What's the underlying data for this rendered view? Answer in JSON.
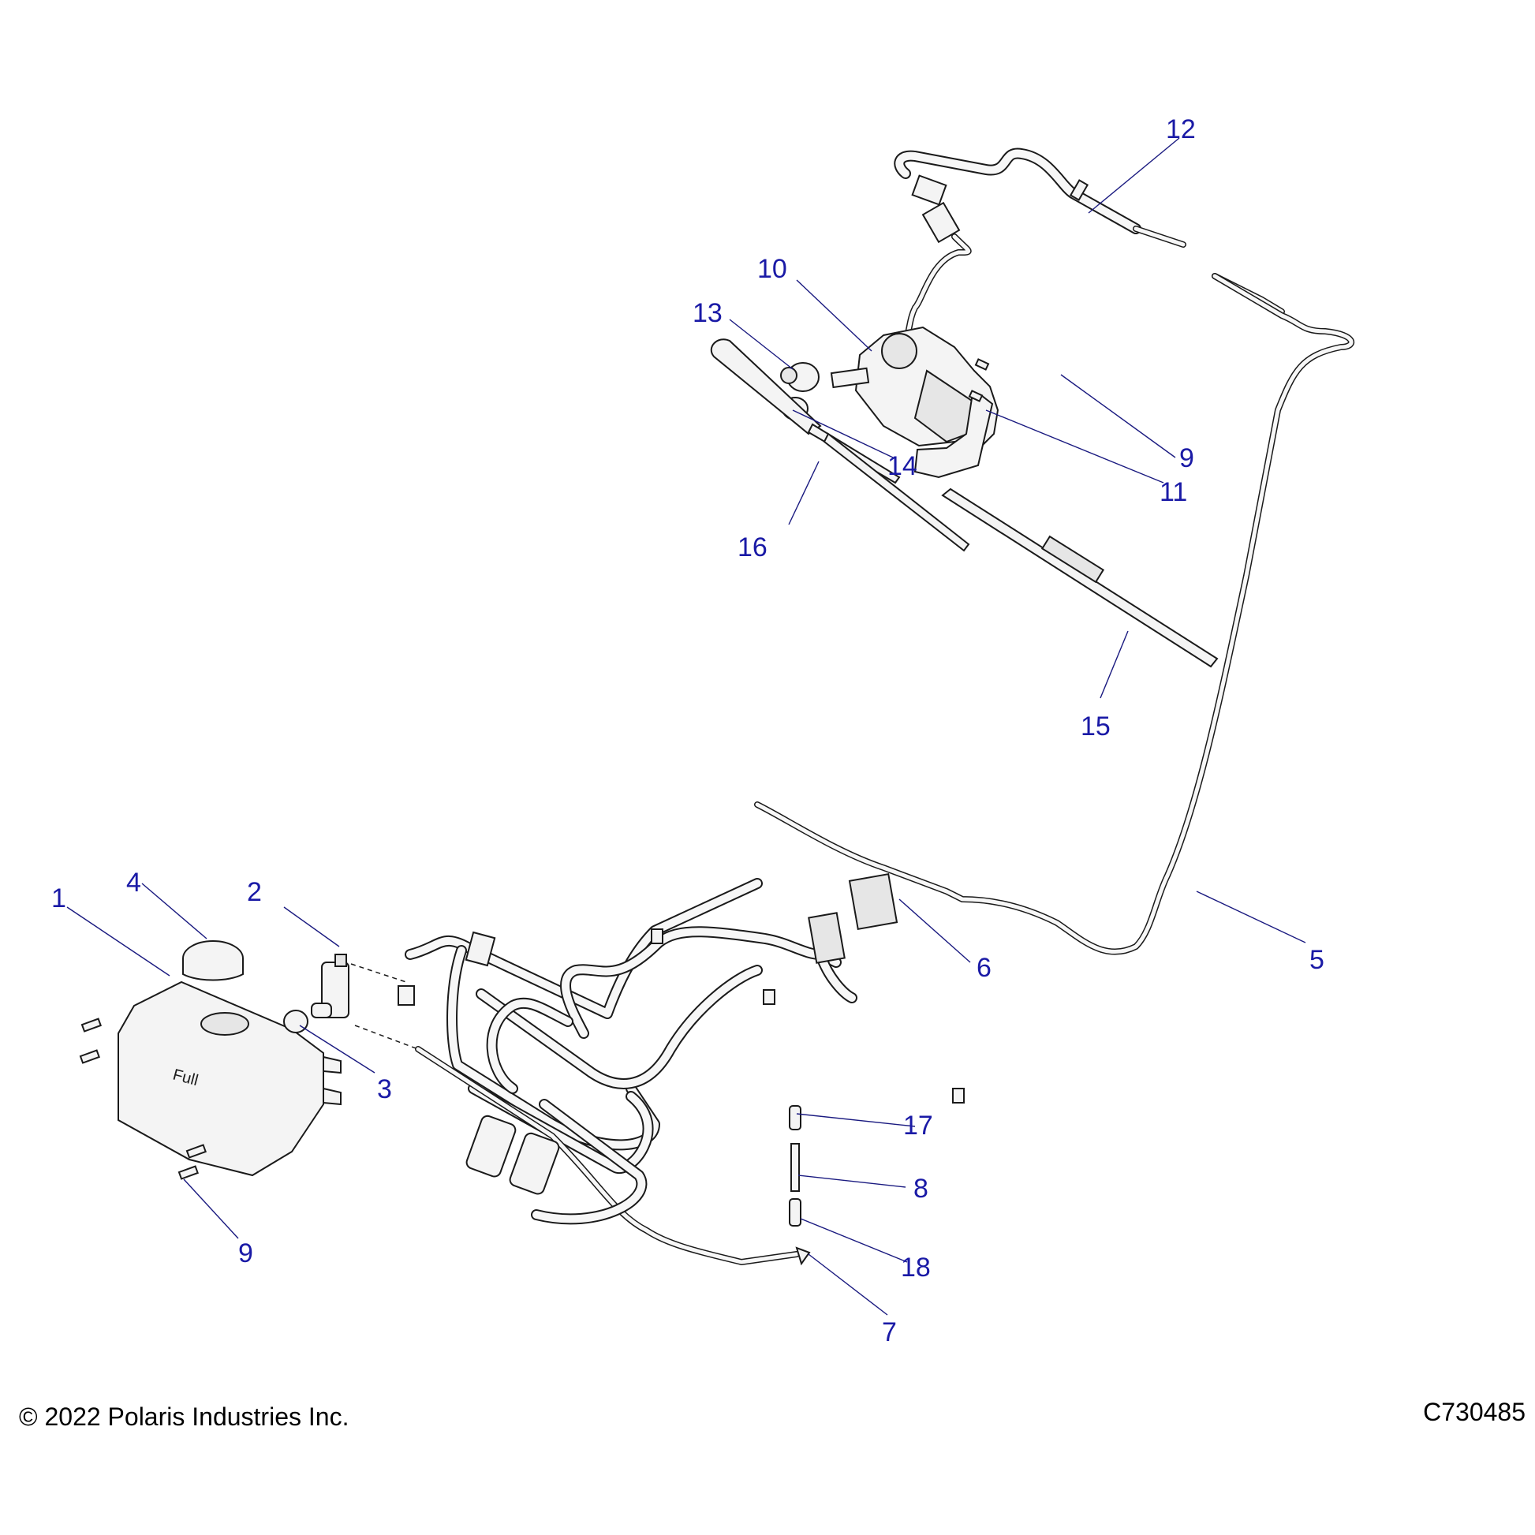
{
  "diagram": {
    "title": "Windshield wiper and washer assembly exploded view",
    "callouts": [
      {
        "id": "1",
        "label": "1",
        "part": "washer-reservoir"
      },
      {
        "id": "2",
        "label": "2",
        "part": "washer-pump"
      },
      {
        "id": "3",
        "label": "3",
        "part": "pump-grommet"
      },
      {
        "id": "4",
        "label": "4",
        "part": "reservoir-cap"
      },
      {
        "id": "5",
        "label": "5",
        "part": "washer-hose"
      },
      {
        "id": "6",
        "label": "6",
        "part": "harness-connector"
      },
      {
        "id": "7",
        "label": "7",
        "part": "hose-elbow"
      },
      {
        "id": "8",
        "label": "8",
        "part": "hose-tube"
      },
      {
        "id": "9",
        "label": "9",
        "part": "screw"
      },
      {
        "id": "10",
        "label": "10",
        "part": "wiper-motor"
      },
      {
        "id": "11",
        "label": "11",
        "part": "motor-bracket"
      },
      {
        "id": "12",
        "label": "12",
        "part": "wiper-harness"
      },
      {
        "id": "13",
        "label": "13",
        "part": "spindle-nut"
      },
      {
        "id": "14",
        "label": "14",
        "part": "cap"
      },
      {
        "id": "15",
        "label": "15",
        "part": "wiper-blade"
      },
      {
        "id": "16",
        "label": "16",
        "part": "wiper-arm"
      },
      {
        "id": "17",
        "label": "17",
        "part": "check-valve"
      },
      {
        "id": "18",
        "label": "18",
        "part": "connector-fitting"
      }
    ],
    "tank_text": "Full",
    "callout_color": "#1a1aa6"
  },
  "footer": {
    "copyright": "© 2022 Polaris Industries Inc.",
    "drawing_number": "C730485"
  }
}
